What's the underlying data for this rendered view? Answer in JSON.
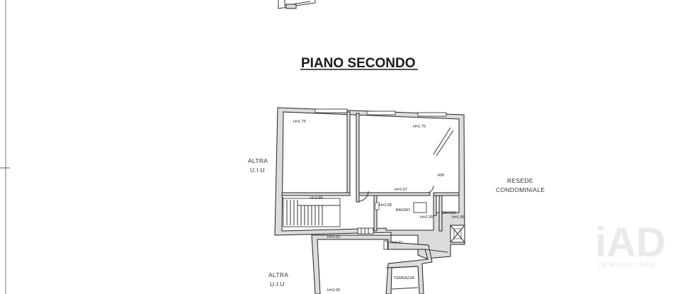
{
  "title": "PIANO SECONDO",
  "labels": {
    "altra_top_1": "ALTRA",
    "altra_top_2": "U.I.U",
    "altra_bottom_1": "ALTRA",
    "altra_bottom_2": "U.I.U",
    "resede_1": "RESEDE",
    "resede_2": "CONDOMINIALE"
  },
  "rooms": {
    "bagno_1": "BAGNO",
    "bagno_2": "BAGNO",
    "rip": "RIP.",
    "terrazza": "TERRAZZA"
  },
  "heights": {
    "h1": "H=1.75",
    "h2": "H=1.75",
    "h3": "H=2.86",
    "h4": "H=2.67",
    "h5": "H=3.08",
    "h6": "H=2.30",
    "h7": "H=1.86",
    "h8": "H=2.62",
    "h9": "H=2.47",
    "h10": "H=3.00"
  },
  "watermark": {
    "logo": "iAD",
    "sub": "IMMOBILIARE"
  }
}
